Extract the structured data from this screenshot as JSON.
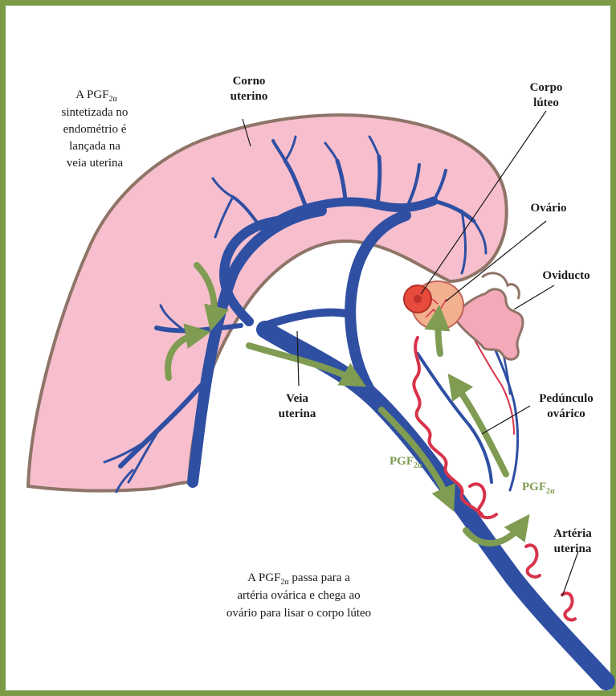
{
  "labels": {
    "corno_line1": "Corno",
    "corno_line2": "uterino",
    "corpo_line1": "Corpo",
    "corpo_line2": "lúteo",
    "ovario": "Ovário",
    "oviducto": "Oviducto",
    "veia_line1": "Veia",
    "veia_line2": "uterina",
    "pedunculo_line1": "Pedúnculo",
    "pedunculo_line2": "ovárico",
    "arteria_line1": "Artéria",
    "arteria_line2": "uterina"
  },
  "note_top": {
    "line1_pre": "A PGF",
    "line1_sub": "2α",
    "line2": "sintetizada no",
    "line3": "endométrio é",
    "line4": "lançada na",
    "line5": "veia uterina"
  },
  "note_bottom": {
    "line1_pre": "A PGF",
    "line1_sub": "2α",
    "line1_post": " passa para a",
    "line2": "artéria ovárica e chega ao",
    "line3": "ovário para lisar o corpo lúteo"
  },
  "pgf_labels": {
    "left_main": "PGF",
    "left_sub": "2α",
    "right_main": "PGF",
    "right_sub": "2α"
  },
  "colors": {
    "frame": "#7a9a45",
    "uterus": "#f7bfcd",
    "uterus_outline": "#8f7468",
    "vein": "#2f4fa3",
    "artery": "#d8334a",
    "arrow": "#7f9c52",
    "ovary": "#f3b08e",
    "corpus_luteum": "#e84a3c"
  }
}
